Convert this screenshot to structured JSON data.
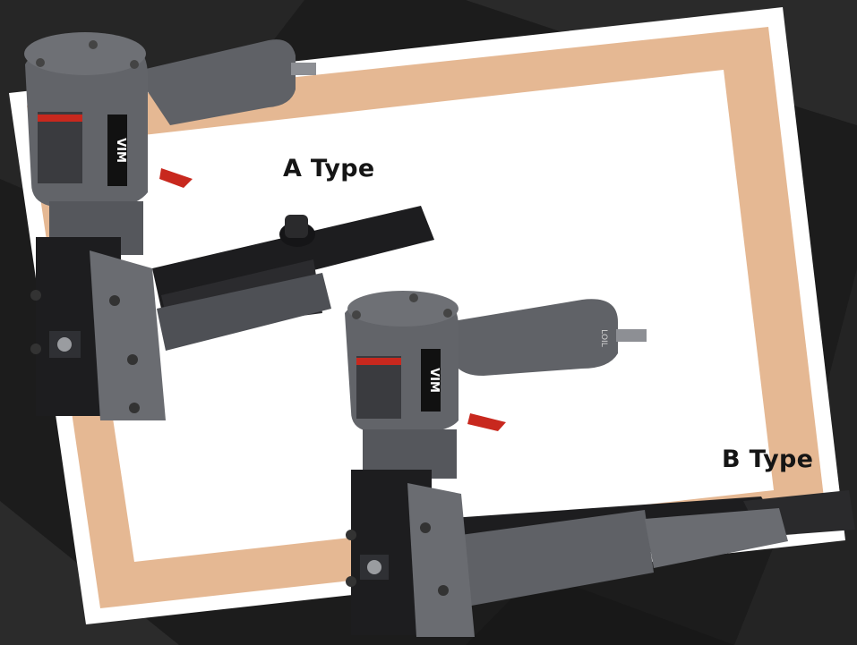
{
  "labels": {
    "a_type": "A Type",
    "b_type": "B Type"
  },
  "branding": {
    "a_logo_text": "VIM",
    "b_logo_text": "VIM",
    "b_grip_text": "LOIL"
  },
  "colors": {
    "background_dark": "#1c1c1c",
    "frame_peach": "#e5b893",
    "panel_white": "#ffffff",
    "tool_body": "#595b60",
    "tool_black": "#1d1d1f",
    "trigger_red": "#c8281e"
  }
}
